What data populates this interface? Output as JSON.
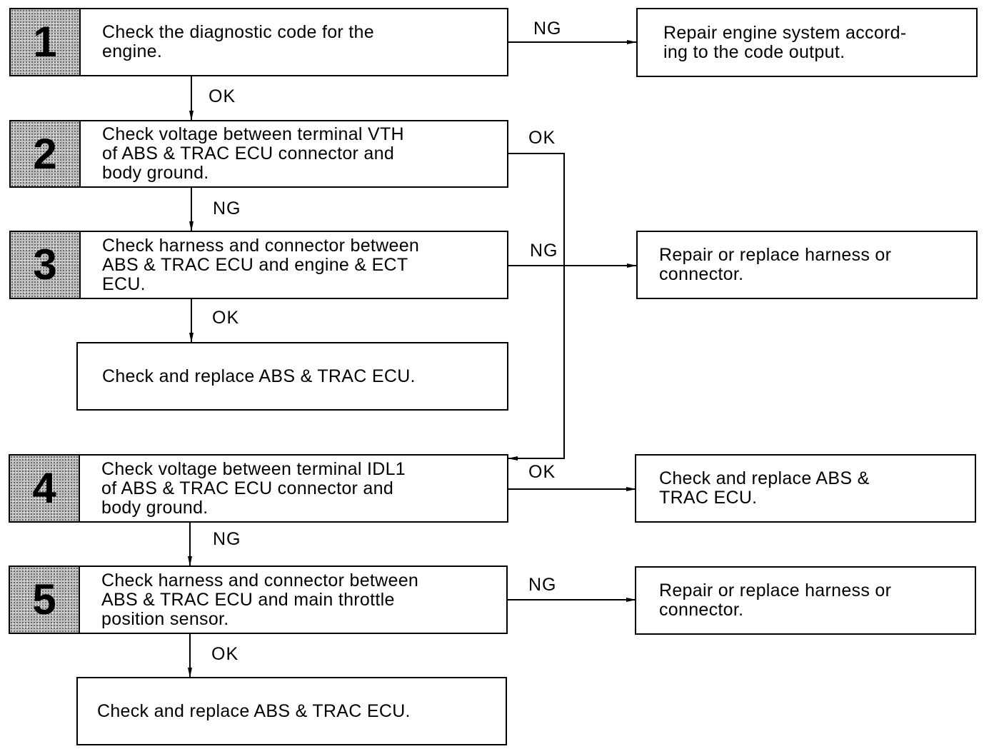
{
  "steps": [
    {
      "number": "1",
      "text": "Check the diagnostic code for the\nengine."
    },
    {
      "number": "2",
      "text": "Check voltage between terminal VTH\nof ABS & TRAC ECU connector and\nbody ground."
    },
    {
      "number": "3",
      "text": "Check harness and connector between\nABS & TRAC ECU and engine & ECT\nECU."
    },
    {
      "number": "4",
      "text": "Check voltage between terminal IDL1\nof ABS & TRAC ECU connector and\nbody ground."
    },
    {
      "number": "5",
      "text": "Check harness and connector between\nABS & TRAC ECU and main throttle\nposition sensor."
    }
  ],
  "results": {
    "r1": "Repair engine system accord-\ning to the code output.",
    "r3": "Repair or replace harness or\nconnector.",
    "r3ok": "Check and replace ABS & TRAC ECU.",
    "r4": "Check and replace ABS &\nTRAC ECU.",
    "r5": "Repair or replace harness or\nconnector.",
    "r5ok": "Check and replace ABS & TRAC ECU."
  },
  "labels": {
    "s1_ng": "NG",
    "s1_ok": "OK",
    "s2_ok": "OK",
    "s2_ng": "NG",
    "s3_ng": "NG",
    "s3_ok": "OK",
    "s4_ok": "OK",
    "s4_ng": "NG",
    "s5_ng": "NG",
    "s5_ok": "OK"
  }
}
